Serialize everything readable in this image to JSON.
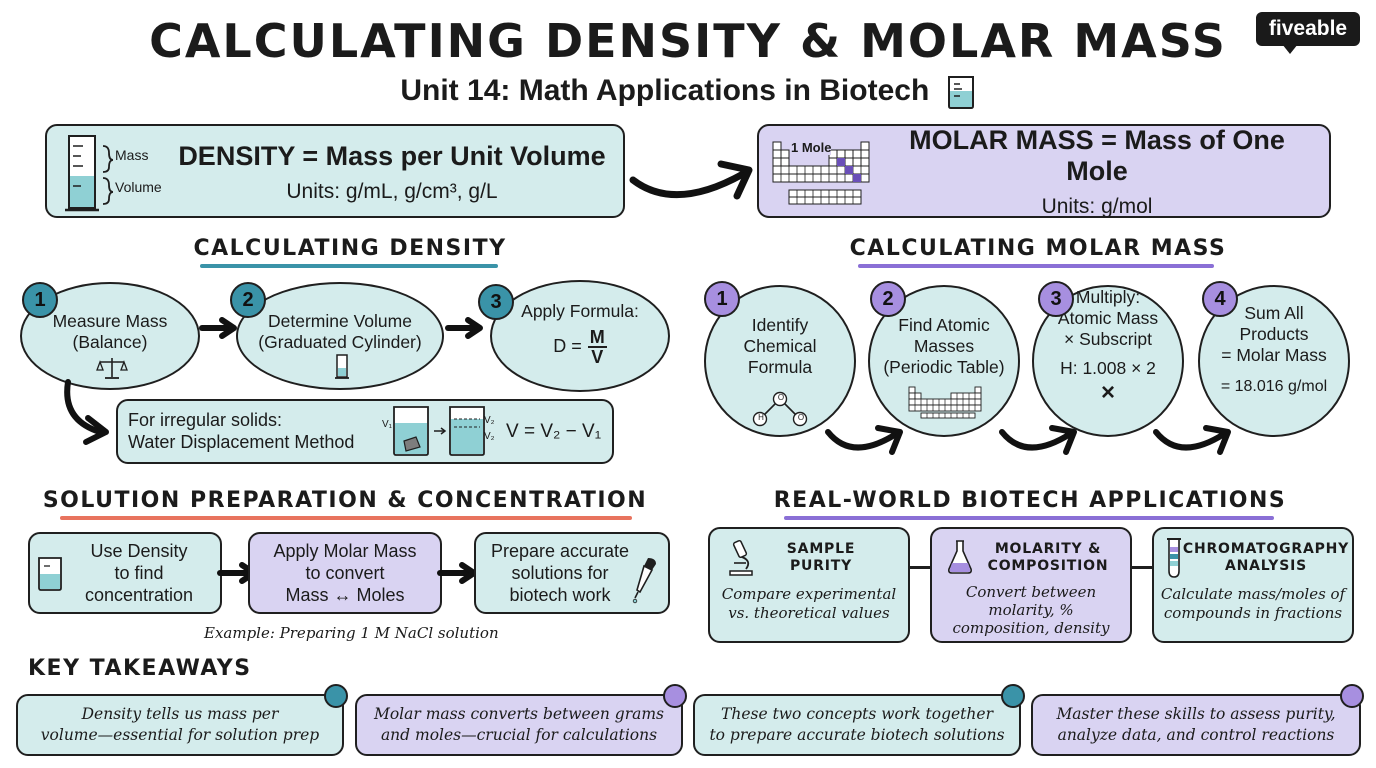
{
  "header": {
    "title": "CALCULATING DENSITY & MOLAR MASS",
    "subtitle": "Unit 14: Math Applications in Biotech",
    "logo": "fiveable",
    "subtitle_icon": "beaker-icon"
  },
  "density_def": {
    "main": "DENSITY = Mass per Unit Volume",
    "units": "Units: g/mL, g/cm³, g/L",
    "label_mass": "Mass",
    "label_volume": "Volume",
    "icon": "graduated-cylinder-icon"
  },
  "molar_def": {
    "main": "MOLAR MASS = Mass of One Mole",
    "units": "Units: g/mol",
    "label": "1 Mole",
    "icon": "periodic-table-icon"
  },
  "density_section": {
    "heading": "CALCULATING DENSITY",
    "steps": [
      {
        "num": "1",
        "text": "Measure Mass\n(Balance)",
        "icon": "balance-scale-icon"
      },
      {
        "num": "2",
        "text": "Determine Volume\n(Graduated Cylinder)",
        "icon": "graduated-cylinder-icon"
      },
      {
        "num": "3",
        "text": "Apply Formula:",
        "formula_lhs": "D =",
        "formula_num": "M",
        "formula_den": "V"
      }
    ],
    "displacement": {
      "text": "For irregular solids:\nWater Displacement Method",
      "v1": "V₁",
      "v2": "V₂",
      "formula": "V = V₂ − V₁"
    }
  },
  "molar_section": {
    "heading": "CALCULATING MOLAR MASS",
    "steps": [
      {
        "num": "1",
        "text": "Identify\nChemical\nFormula",
        "icon": "water-molecule-icon",
        "atoms": [
          "H",
          "O",
          "O"
        ]
      },
      {
        "num": "2",
        "text": "Find Atomic\nMasses\n(Periodic Table)",
        "icon": "periodic-table-icon"
      },
      {
        "num": "3",
        "text": "Multiply:\nAtomic Mass\n× Subscript",
        "example": "H: 1.008 × 2",
        "icon": "multiply-icon"
      },
      {
        "num": "4",
        "text": "Sum All\nProducts\n= Molar Mass",
        "result": "= 18.016 g/mol"
      }
    ]
  },
  "solution_section": {
    "heading": "SOLUTION PREPARATION & CONCENTRATION",
    "boxes": [
      {
        "text": "Use Density\nto find\nconcentration",
        "icon": "beaker-icon"
      },
      {
        "text": "Apply Molar Mass\nto convert\nMass ↔ Moles"
      },
      {
        "text": "Prepare accurate\nsolutions for\nbiotech work",
        "icon": "dropper-icon"
      }
    ],
    "example": "Example: Preparing 1 M NaCl solution"
  },
  "applications_section": {
    "heading": "REAL-WORLD BIOTECH APPLICATIONS",
    "items": [
      {
        "title": "SAMPLE\nPURITY",
        "desc": "Compare experimental\nvs. theoretical values",
        "icon": "microscope-icon"
      },
      {
        "title": "MOLARITY &\nCOMPOSITION",
        "desc": "Convert between\nmolarity, %\ncomposition, density",
        "icon": "flask-icon"
      },
      {
        "title": "CHROMATOGRAPHY\nANALYSIS",
        "desc": "Calculate mass/moles of\ncompounds in fractions",
        "icon": "test-tube-icon"
      }
    ]
  },
  "takeaways": {
    "heading": "KEY TAKEAWAYS",
    "items": [
      {
        "text": "Density tells us mass per\nvolume—essential for solution prep"
      },
      {
        "text": "Molar mass converts between grams\nand moles—crucial for calculations"
      },
      {
        "text": "These two concepts work together\nto prepare accurate biotech solutions"
      },
      {
        "text": "Master these skills to assess purity,\nanalyze data, and control reactions"
      }
    ]
  },
  "colors": {
    "teal_fill": "#d4ecec",
    "lavender_fill": "#d9d3f2",
    "teal_accent": "#3a93a8",
    "purple_accent": "#8a6fd6",
    "coral_accent": "#e8735e",
    "outline": "#1f1f1f"
  }
}
